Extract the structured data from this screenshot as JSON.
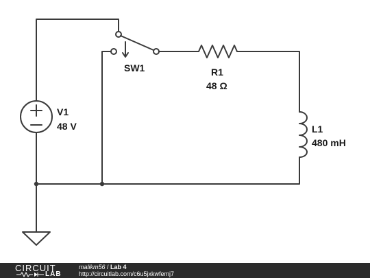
{
  "components": {
    "source": {
      "name": "V1",
      "value": "48 V"
    },
    "switch": {
      "name": "SW1"
    },
    "resistor": {
      "name": "R1",
      "value": "48 Ω"
    },
    "inductor": {
      "name": "L1",
      "value": "480 mH"
    }
  },
  "colors": {
    "wire": "#3a3a3a",
    "footer_bg": "#2b2b2b"
  },
  "footer": {
    "logo_top": "CIRCUIT",
    "logo_bottom": "LAB",
    "user": "malikm56",
    "separator": " / ",
    "title": "Lab 4",
    "url": "http://circuitlab.com/c6u5jxkwfemj7"
  }
}
